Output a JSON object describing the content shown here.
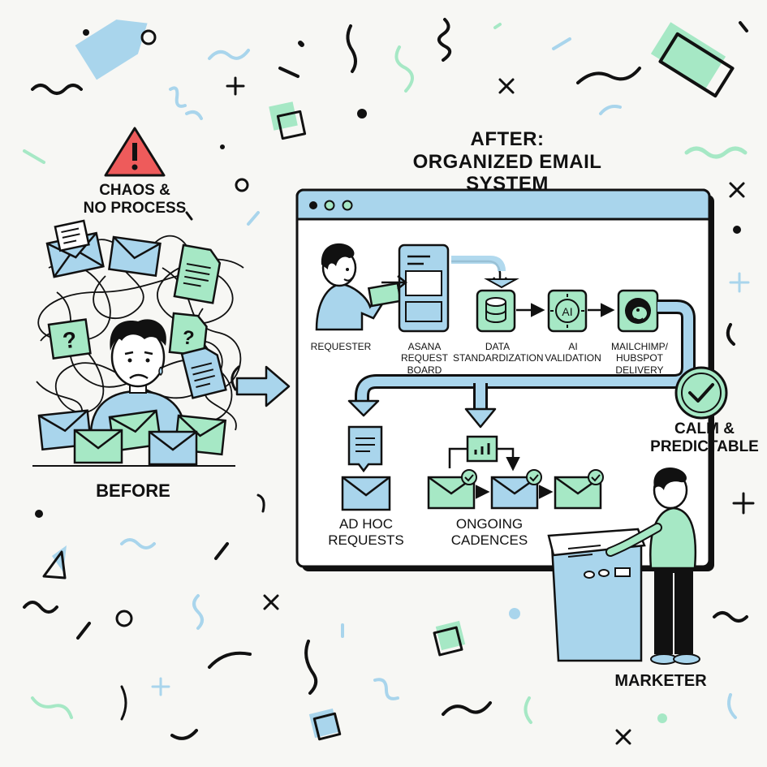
{
  "after_title": {
    "line1": "AFTER:",
    "line2": "ORGANIZED EMAIL SYSTEM"
  },
  "before_side": {
    "warning_line1": "CHAOS &",
    "warning_line2": "NO PROCESS",
    "label": "BEFORE"
  },
  "pipeline": [
    {
      "label_line1": "REQUESTER",
      "label_line2": "",
      "label_line3": "",
      "icon": "person-icon"
    },
    {
      "label_line1": "ASANA",
      "label_line2": "REQUEST",
      "label_line3": "BOARD",
      "icon": "kanban-board-icon"
    },
    {
      "label_line1": "DATA",
      "label_line2": "STANDARDIZATION",
      "label_line3": "",
      "icon": "database-icon"
    },
    {
      "label_line1": "AI",
      "label_line2": "VALIDATION",
      "label_line3": "",
      "icon": "ai-chip-icon"
    },
    {
      "label_line1": "MAILCHIMP/",
      "label_line2": "HUBSPOT",
      "label_line3": "DELIVERY",
      "icon": "mailchimp-logo-icon"
    }
  ],
  "outputs": {
    "ad_hoc": {
      "line1": "AD HOC",
      "line2": "REQUESTS"
    },
    "ongoing": {
      "line1": "ONGOING",
      "line2": "CADENCES"
    }
  },
  "result": {
    "line1": "CALM &",
    "line2": "PREDICTABLE"
  },
  "marketer": {
    "label": "MARKETER"
  },
  "colors": {
    "blue": "#a9d5ec",
    "green": "#a6e8c5",
    "ink": "#111111",
    "warning_red": "#ee5b5b"
  }
}
